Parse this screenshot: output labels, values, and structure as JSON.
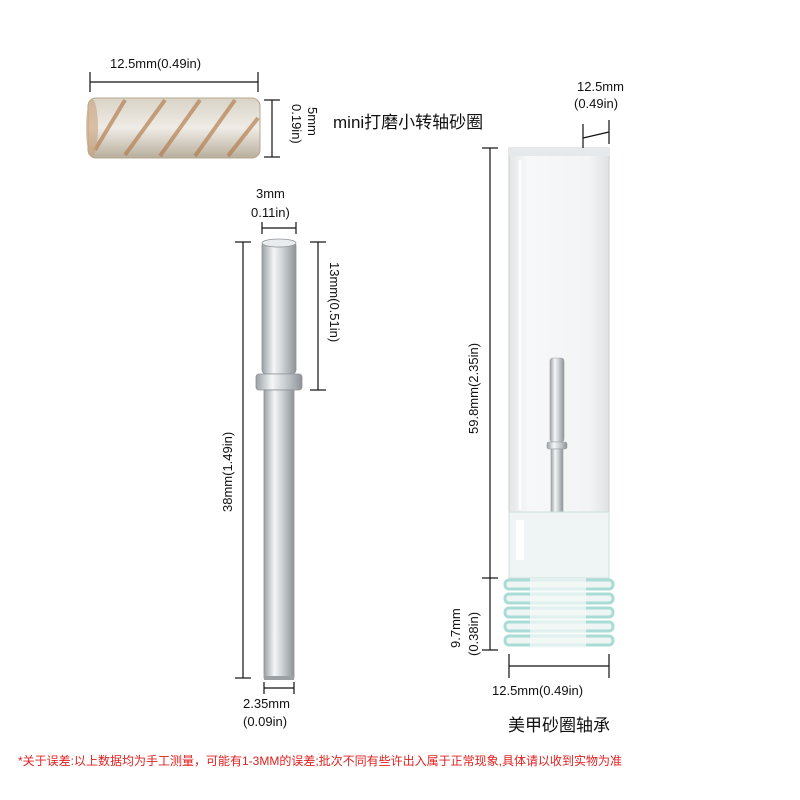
{
  "sanding_band": {
    "title": "mini打磨小转轴砂圈",
    "width_label": "12.5mm(0.49in)",
    "height_label_mm": "5mm",
    "height_label_in": "0.19in)"
  },
  "mandrel": {
    "tip_width_mm": "3mm",
    "tip_width_in": "0.11in)",
    "head_length": "13mm(0.51in)",
    "total_length": "38mm(1.49in)",
    "shaft_width_mm": "2.35mm",
    "shaft_width_in": "(0.09in)"
  },
  "holder": {
    "top_width_mm": "12.5mm",
    "top_width_in": "(0.49in)",
    "case_height": "59.8mm(2.35in)",
    "base_height_mm": "9.7mm",
    "base_height_in": "(0.38in)",
    "base_width": "12.5mm(0.49in)",
    "title": "美甲砂圈轴承"
  },
  "footnote": "*关于误差:以上数据均为手工测量，可能有1-3MM的误差;批次不同有些许出入属于正常现象,具体请以收到实物为准",
  "colors": {
    "dimension_line": "#111111",
    "footnote": "#e02020",
    "holder_base": "#eef5f4",
    "holder_stripe": "#a9dcd6"
  }
}
